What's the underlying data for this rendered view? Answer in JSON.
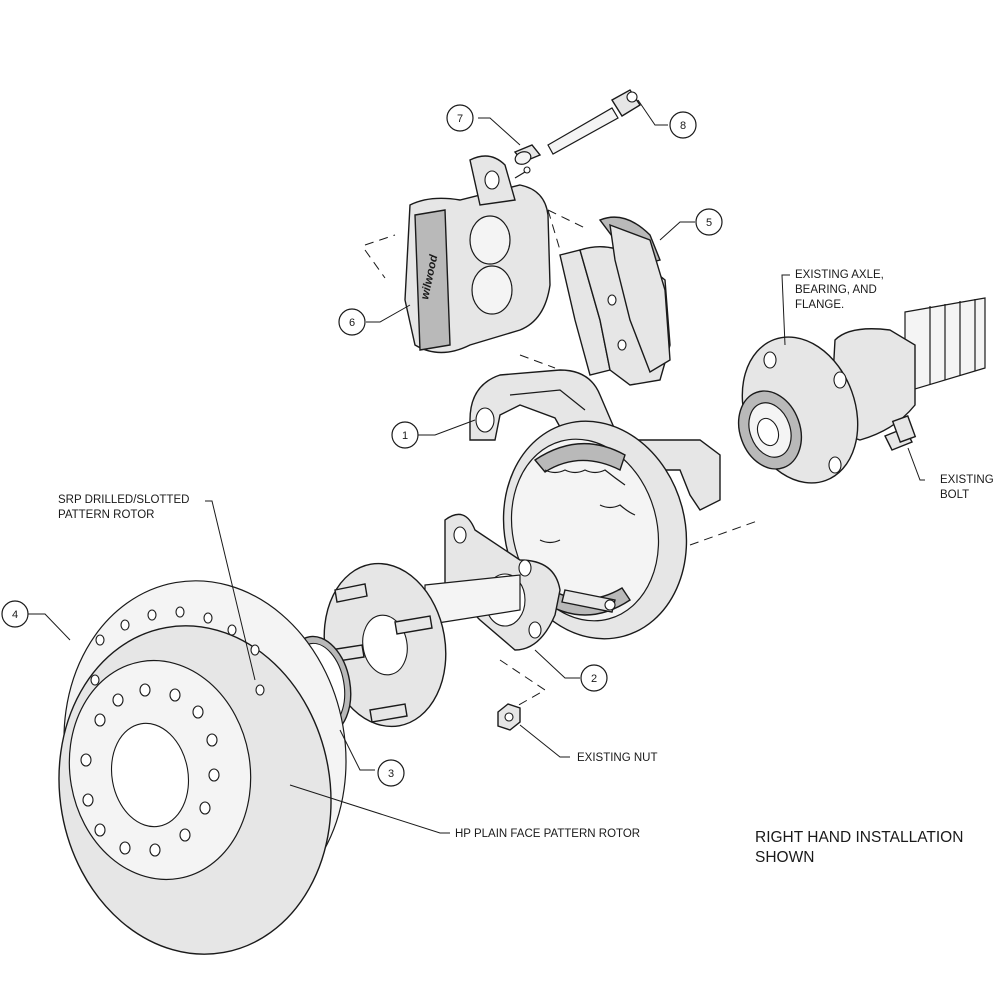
{
  "callouts": {
    "c1": "1",
    "c2": "2",
    "c3": "3",
    "c4": "4",
    "c5": "5",
    "c6": "6",
    "c7": "7",
    "c8": "8"
  },
  "labels": {
    "axle_line1": "EXISTING AXLE,",
    "axle_line2": "BEARING, AND",
    "axle_line3": "FLANGE.",
    "bolt_line1": "EXISTING",
    "bolt_line2": "BOLT",
    "srp_line1": "SRP DRILLED/SLOTTED",
    "srp_line2": "PATTERN ROTOR",
    "nut": "EXISTING NUT",
    "hp_rotor": "HP PLAIN FACE PATTERN ROTOR"
  },
  "footer": {
    "line1": "RIGHT HAND INSTALLATION",
    "line2": "SHOWN"
  },
  "caliper_logo_text": "wilwood"
}
